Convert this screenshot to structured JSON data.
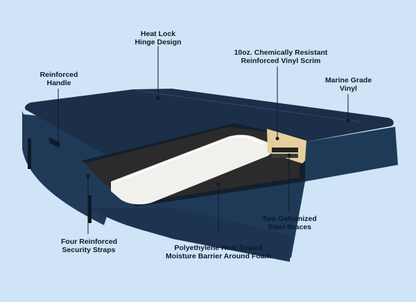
{
  "colors": {
    "background": "#cfe4f6",
    "cover": "#1b2f48",
    "cover_shadow": "#12223a",
    "cover_side": "#1f3a57",
    "foam": "#f2f0ec",
    "barrier": "#2b2b2b",
    "scrim": "#e7cf9c",
    "brace": "#222222",
    "callout": "#0c1a2b"
  },
  "labels": {
    "heat_lock": {
      "line1": "Heat Lock",
      "line2": "Hinge Design"
    },
    "vinyl_scrim": {
      "line1": "10oz. Chemically Resistant",
      "line2": "Reinforced Vinyl Scrim"
    },
    "handle": {
      "line1": "Reinforced",
      "line2": "Handle"
    },
    "marine_vinyl": {
      "line1": "Marine Grade",
      "line2": "Vinyl"
    },
    "braces": {
      "line1": "Two Galvanized",
      "line2": "Steel Braces"
    },
    "straps": {
      "line1": "Four Reinforced",
      "line2": "Security Straps"
    },
    "barrier": {
      "line1": "Polyethylene Heat Sealed",
      "line2": "Moisture Barrier Around Foam"
    }
  }
}
